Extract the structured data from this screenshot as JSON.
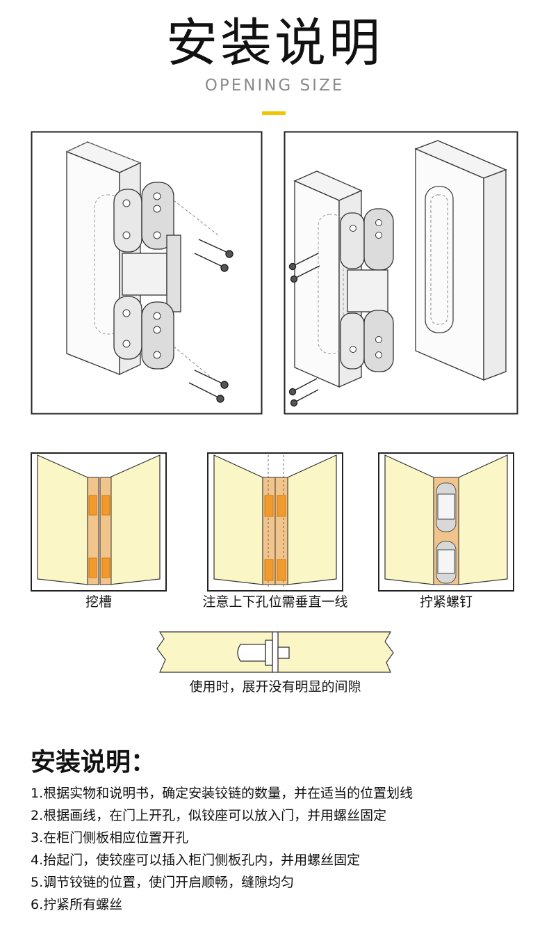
{
  "header": {
    "title": "安装说明",
    "subtitle": "OPENING SIZE",
    "accent_color": "#f2c300"
  },
  "steps_diagram": {
    "captions": [
      "挖槽",
      "注意上下孔位需垂直一线",
      "拧紧螺钉"
    ],
    "gap_caption": "使用时，展开没有明显的间隙",
    "colors": {
      "wood": "#fbf6c5",
      "slot": "#f0c48a",
      "slot_outline": "#e08a1e"
    }
  },
  "instructions": {
    "heading": "安装说明：",
    "steps": [
      "1.根据实物和说明书，确定安装铰链的数量，并在适当的位置划线",
      "2.根据画线，在门上开孔，似铰座可以放入门，并用螺丝固定",
      "3.在柜门侧板相应位置开孔",
      "4.抬起门，使铰座可以插入柜门侧板孔内，并用螺丝固定",
      "5.调节铰链的位置，使门开启顺畅，缝隙均匀",
      "6.拧紧所有螺丝"
    ]
  }
}
